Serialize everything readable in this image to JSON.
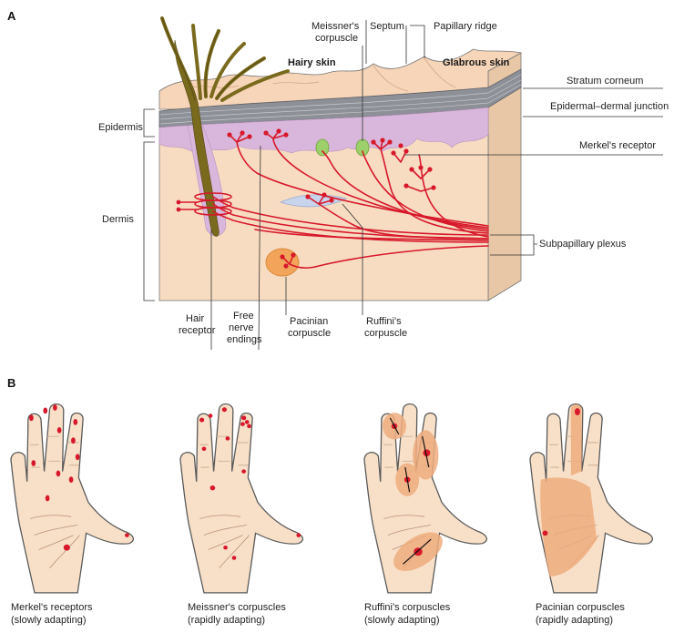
{
  "panels": {
    "a": "A",
    "b": "B"
  },
  "top_labels": {
    "hairy_skin": "Hairy skin",
    "glabrous_skin": "Glabrous skin",
    "meissner": [
      "Meissner's",
      "corpuscle"
    ],
    "septum": "Septum",
    "papillary_ridge": "Papillary ridge"
  },
  "right_labels": {
    "stratum_corneum": "Stratum corneum",
    "epidermal_dermal_junction": "Epidermal–dermal junction",
    "merkels_receptor": "Merkel's receptor",
    "subpapillary_plexus": "Subpapillary plexus"
  },
  "left_labels": {
    "epidermis": "Epidermis",
    "dermis": "Dermis"
  },
  "bottom_labels": {
    "hair_receptor": [
      "Hair",
      "receptor"
    ],
    "free_nerve_endings": [
      "Free",
      "nerve",
      "endings"
    ],
    "pacinian": [
      "Pacinian",
      "corpuscle"
    ],
    "ruffini": [
      "Ruffini's",
      "corpuscle"
    ]
  },
  "hands": [
    {
      "name": "Merkel's receptors",
      "adapt": "(slowly adapting)"
    },
    {
      "name": "Meissner's corpuscles",
      "adapt": "(rapidly adapting)"
    },
    {
      "name": "Ruffini's corpuscles",
      "adapt": "(slowly adapting)"
    },
    {
      "name": "Pacinian corpuscles",
      "adapt": "(rapidly adapting)"
    }
  ],
  "colors": {
    "skin": "#f7dcc2",
    "stratum": "#8c8f95",
    "epidermis_purple": "#d9b7dc",
    "nerve_red": "#d7182a",
    "meissner_green": "#9dd06a",
    "pacinian_orange": "#f2a55a",
    "ruffini_blue": "#c8d4ec",
    "hair_brown": "#7a6a1e",
    "field_orange": "#eeab7e"
  }
}
